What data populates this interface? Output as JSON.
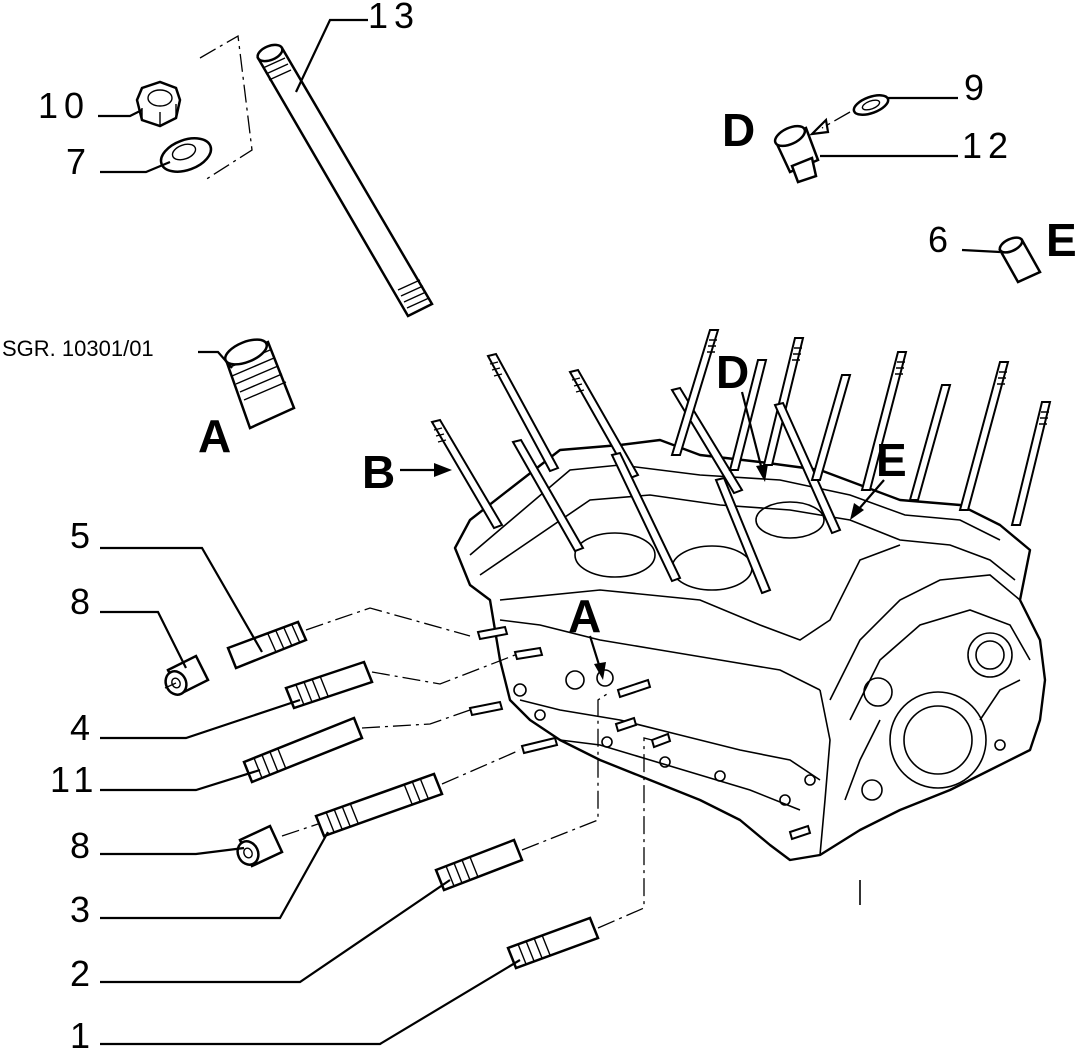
{
  "callouts": {
    "c1": "1",
    "c2": "2",
    "c3": "3",
    "c4": "4",
    "c5": "5",
    "c6": "6",
    "c7": "7",
    "c8a": "8",
    "c8b": "8",
    "c9": "9",
    "c10": "10",
    "c11": "11",
    "c12": "12",
    "c13": "13"
  },
  "view_letters": {
    "a_plug": "A",
    "a_block": "A",
    "b_block": "B",
    "d_plug": "D",
    "d_block": "D",
    "e_bush": "E",
    "e_block": "E"
  },
  "reference": {
    "sgr": "SGR. 10301/01"
  }
}
